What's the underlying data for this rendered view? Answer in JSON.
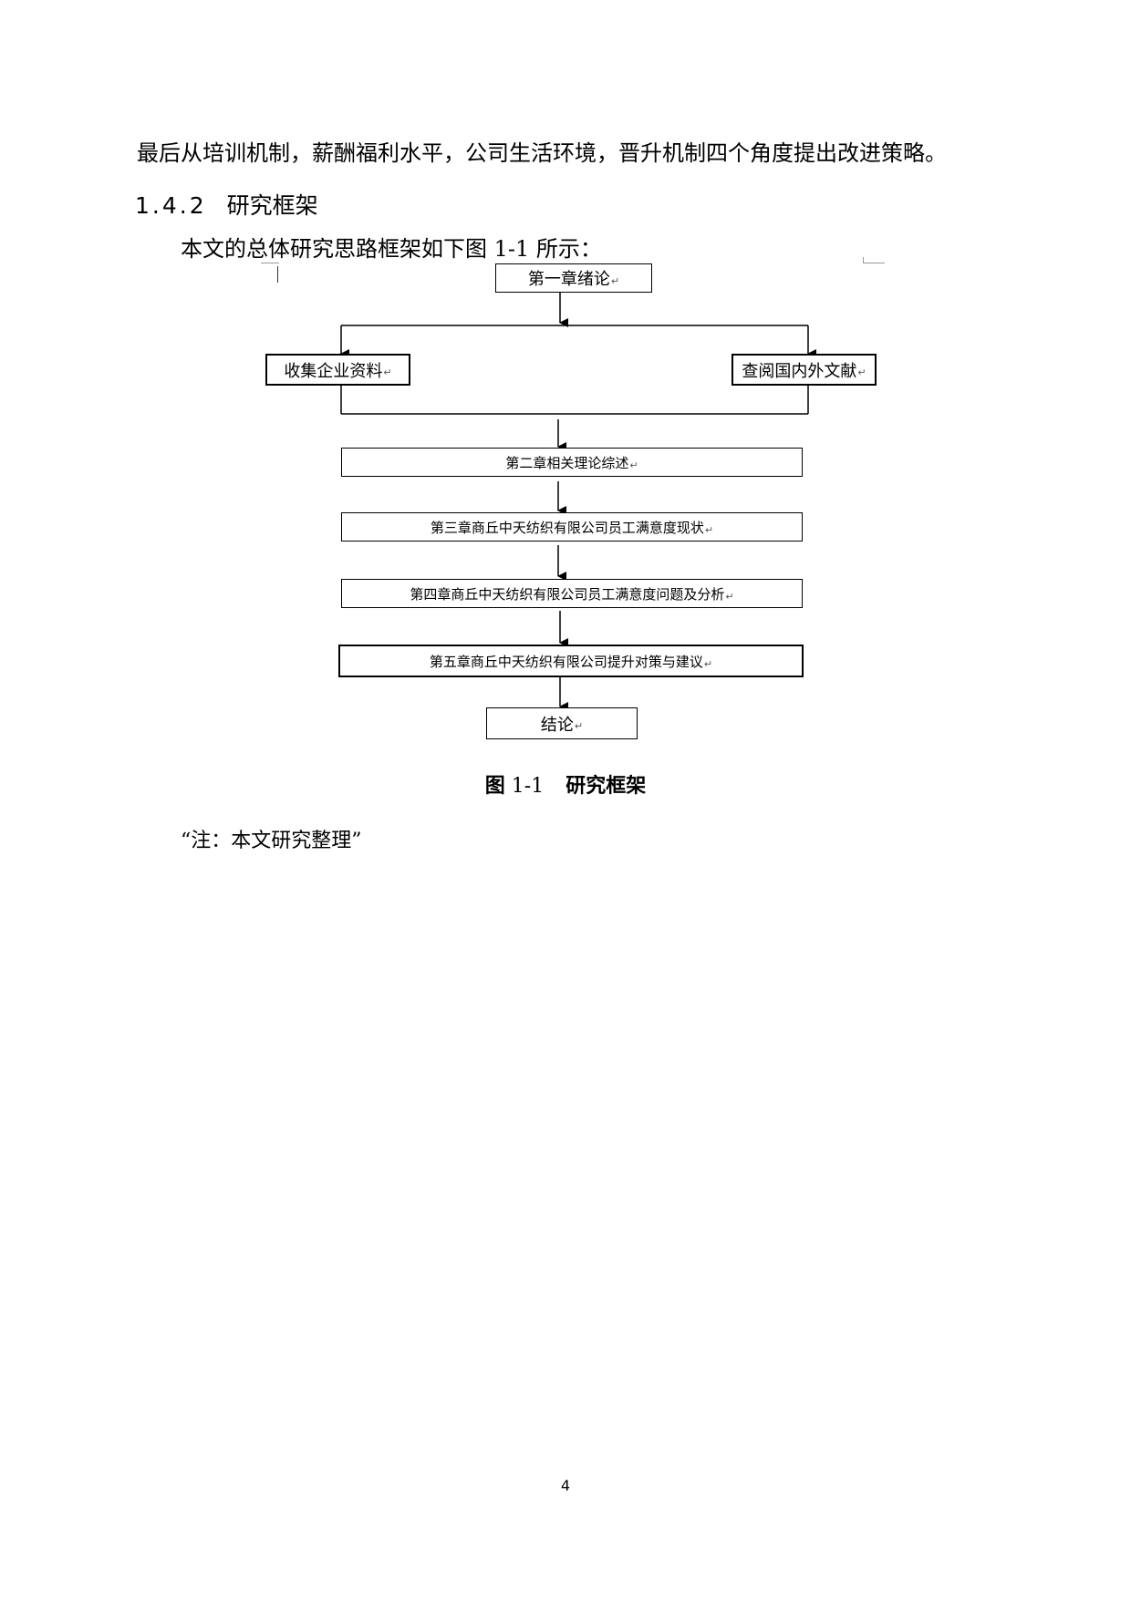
{
  "intro_paragraph": "最后从培训机制，薪酬福利水平，公司生活环境，晋升机制四个角度提出改进策略。",
  "section": {
    "number": "1.4.2",
    "title": "研究框架"
  },
  "lead_paragraph": "本文的总体研究思路框架如下图 1-1 所示：",
  "flowchart": {
    "paragraph_mark": "↵",
    "nodes": {
      "ch1": "第一章绪论",
      "collect": "收集企业资料",
      "review": "查阅国内外文献",
      "ch2": "第二章相关理论综述",
      "ch3": "第三章商丘中天纺织有限公司员工满意度现状",
      "ch4": "第四章商丘中天纺织有限公司员工满意度问题及分析",
      "ch5": "第五章商丘中天纺织有限公司提升对策与建议",
      "conclusion": "结论"
    }
  },
  "figure_caption": {
    "label": "图",
    "number": "1-1",
    "title": "研究框架"
  },
  "note": "“注：本文研究整理”",
  "page_number": "4"
}
